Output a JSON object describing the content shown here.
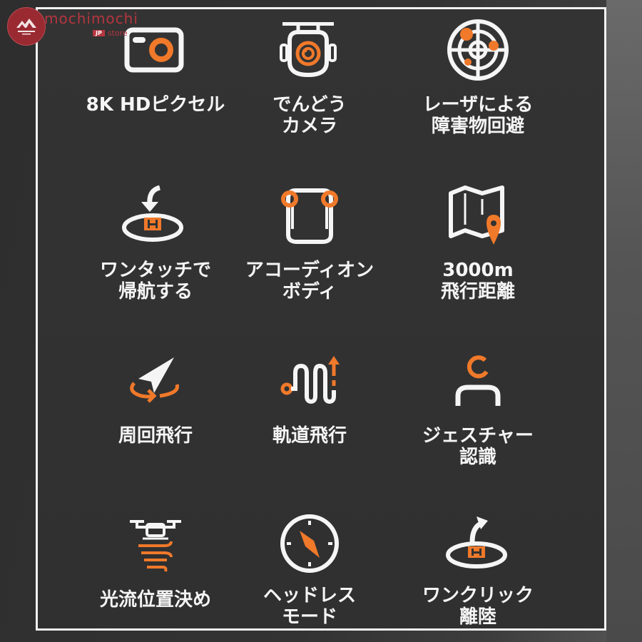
{
  "brand": {
    "name": "mochimochi",
    "tag": "JP",
    "sub": "store",
    "color": "#b5363f"
  },
  "colors": {
    "accent": "#f0792a",
    "icon_white": "#f5f5f5",
    "background": "#323232",
    "frame": "#f2f2f2"
  },
  "features": [
    {
      "icon": "camera-icon",
      "line1": "8K HDピクセル",
      "line2": ""
    },
    {
      "icon": "dashcam-icon",
      "line1": "でんどう",
      "line2": "カメラ"
    },
    {
      "icon": "radar-icon",
      "line1": "レーザによる",
      "line2": "障害物回避"
    },
    {
      "icon": "return-home-icon",
      "line1": "ワンタッチで",
      "line2": "帰航する"
    },
    {
      "icon": "foldable-body-icon",
      "line1": "アコーディオン",
      "line2": "ボディ"
    },
    {
      "icon": "map-pin-icon",
      "line1": "3000m",
      "line2": "飛行距離"
    },
    {
      "icon": "orbit-flight-icon",
      "line1": "周回飛行",
      "line2": ""
    },
    {
      "icon": "track-flight-icon",
      "line1": "軌道飛行",
      "line2": ""
    },
    {
      "icon": "gesture-person-icon",
      "line1": "ジェスチャー",
      "line2": "認識"
    },
    {
      "icon": "optical-flow-drone-icon",
      "line1": "光流位置決め",
      "line2": ""
    },
    {
      "icon": "compass-icon",
      "line1": "ヘッドレス",
      "line2": "モード"
    },
    {
      "icon": "takeoff-icon",
      "line1": "ワンクリック",
      "line2": "離陸"
    }
  ]
}
